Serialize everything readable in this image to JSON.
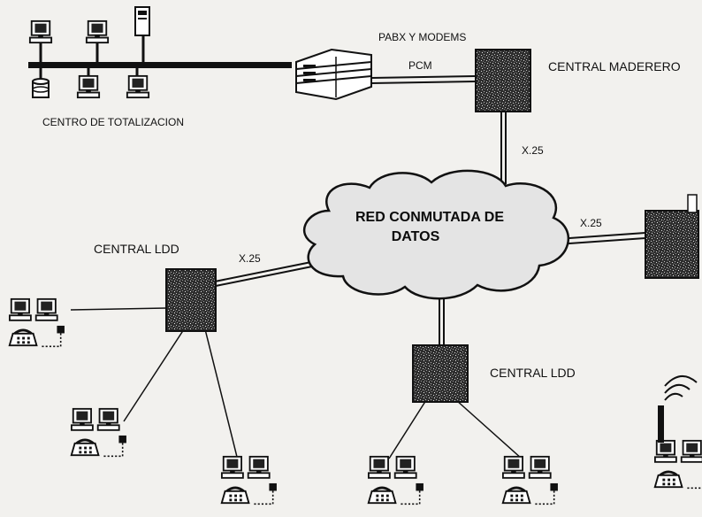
{
  "labels": {
    "pabx": "PABX Y MODEMS",
    "pcm": "PCM",
    "central_maderero": "CENTRAL MADERERO",
    "centro_totalizacion": "CENTRO DE TOTALIZACION",
    "x25_top": "X.25",
    "cloud_line1": "RED CONMUTADA DE",
    "cloud_line2": "DATOS",
    "x25_right": "X.25",
    "central_ldd_left": "CENTRAL LDD",
    "x25_left": "X.25",
    "central_ldd_bottom": "CENTRAL LDD"
  },
  "icons": {
    "server": "server-tower-icon",
    "computer": "computer-icon",
    "database": "database-icon",
    "switch": "central-switch-icon",
    "pabx": "pabx-modem-rack-icon",
    "cloud": "network-cloud-icon",
    "terminal": "pos-terminal-icon",
    "antenna": "wireless-antenna-icon"
  },
  "colors": {
    "ink": "#111111",
    "switch_fill": "#3a3a3a",
    "paper": "#f2f1ee"
  }
}
